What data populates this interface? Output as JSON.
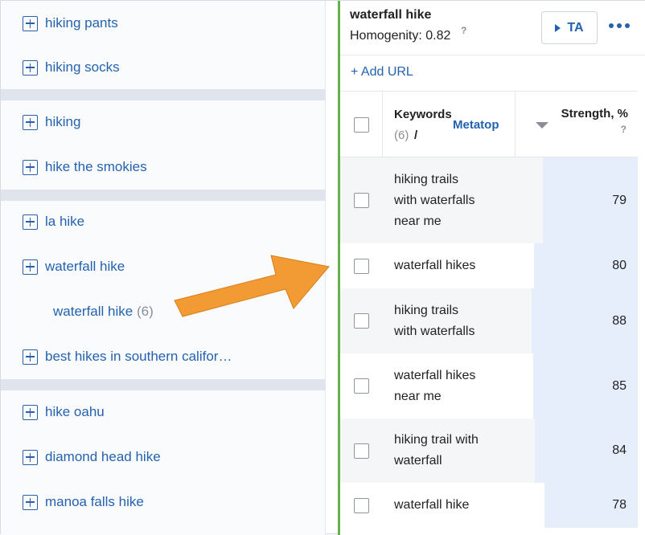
{
  "sidebar": {
    "groups": [
      {
        "items": [
          "hiking pants",
          "hiking socks"
        ]
      },
      {
        "items": [
          "hiking",
          "hike the smokies"
        ]
      },
      {
        "items": [
          "la hike",
          "waterfall hike"
        ],
        "expanded_sub": {
          "label": "waterfall hike",
          "count": "(6)"
        },
        "items_after": [
          "best hikes in southern califor…"
        ]
      },
      {
        "items": [
          "hike oahu",
          "diamond head hike",
          "manoa falls hike"
        ]
      }
    ]
  },
  "panel": {
    "title": "waterfall hike",
    "homogeneity": "Homogenity: 0.82",
    "help": "?",
    "ta_button": "TA",
    "add_url": "+ Add URL"
  },
  "table": {
    "col_keywords": "Keywords",
    "col_count": "(6)",
    "col_slash": "/",
    "col_metatop": "Metatop",
    "col_strength": "Strength, %",
    "col_strength_help": "?",
    "rows": [
      {
        "keyword": "hiking trails\nwith waterfalls\nnear me",
        "strength": "79"
      },
      {
        "keyword": "waterfall hikes",
        "strength": "80"
      },
      {
        "keyword": "hiking trails\nwith waterfalls",
        "strength": "88"
      },
      {
        "keyword": "waterfall hikes\nnear me",
        "strength": "85"
      },
      {
        "keyword": "hiking trail with\nwaterfall",
        "strength": "84"
      },
      {
        "keyword": "waterfall hike",
        "strength": "78"
      }
    ]
  },
  "colors": {
    "link_blue": "#2462b0",
    "accent_green": "#6ab04c",
    "arrow_orange": "#f29a33",
    "strength_bar": "#e6eefc"
  },
  "icons": {
    "expand": "plus-square-icon",
    "play": "play-icon",
    "more": "more-horizontal-icon",
    "sort": "sort-desc-icon"
  }
}
